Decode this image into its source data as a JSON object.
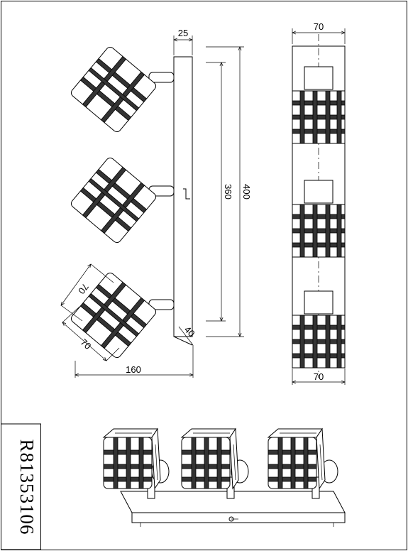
{
  "drawing": {
    "product_code": "R81353106",
    "dimensions": {
      "plate_depth": "25",
      "side_height_inner": "360",
      "side_height_outer": "400",
      "head_width_diag": "70",
      "head_height_diag": "70",
      "total_depth": "160",
      "bracket_offset": "40",
      "front_width_top": "70",
      "front_width_bottom": "70"
    }
  },
  "colors": {
    "line": "#000000",
    "bars": "#333333",
    "paper": "#ffffff"
  }
}
